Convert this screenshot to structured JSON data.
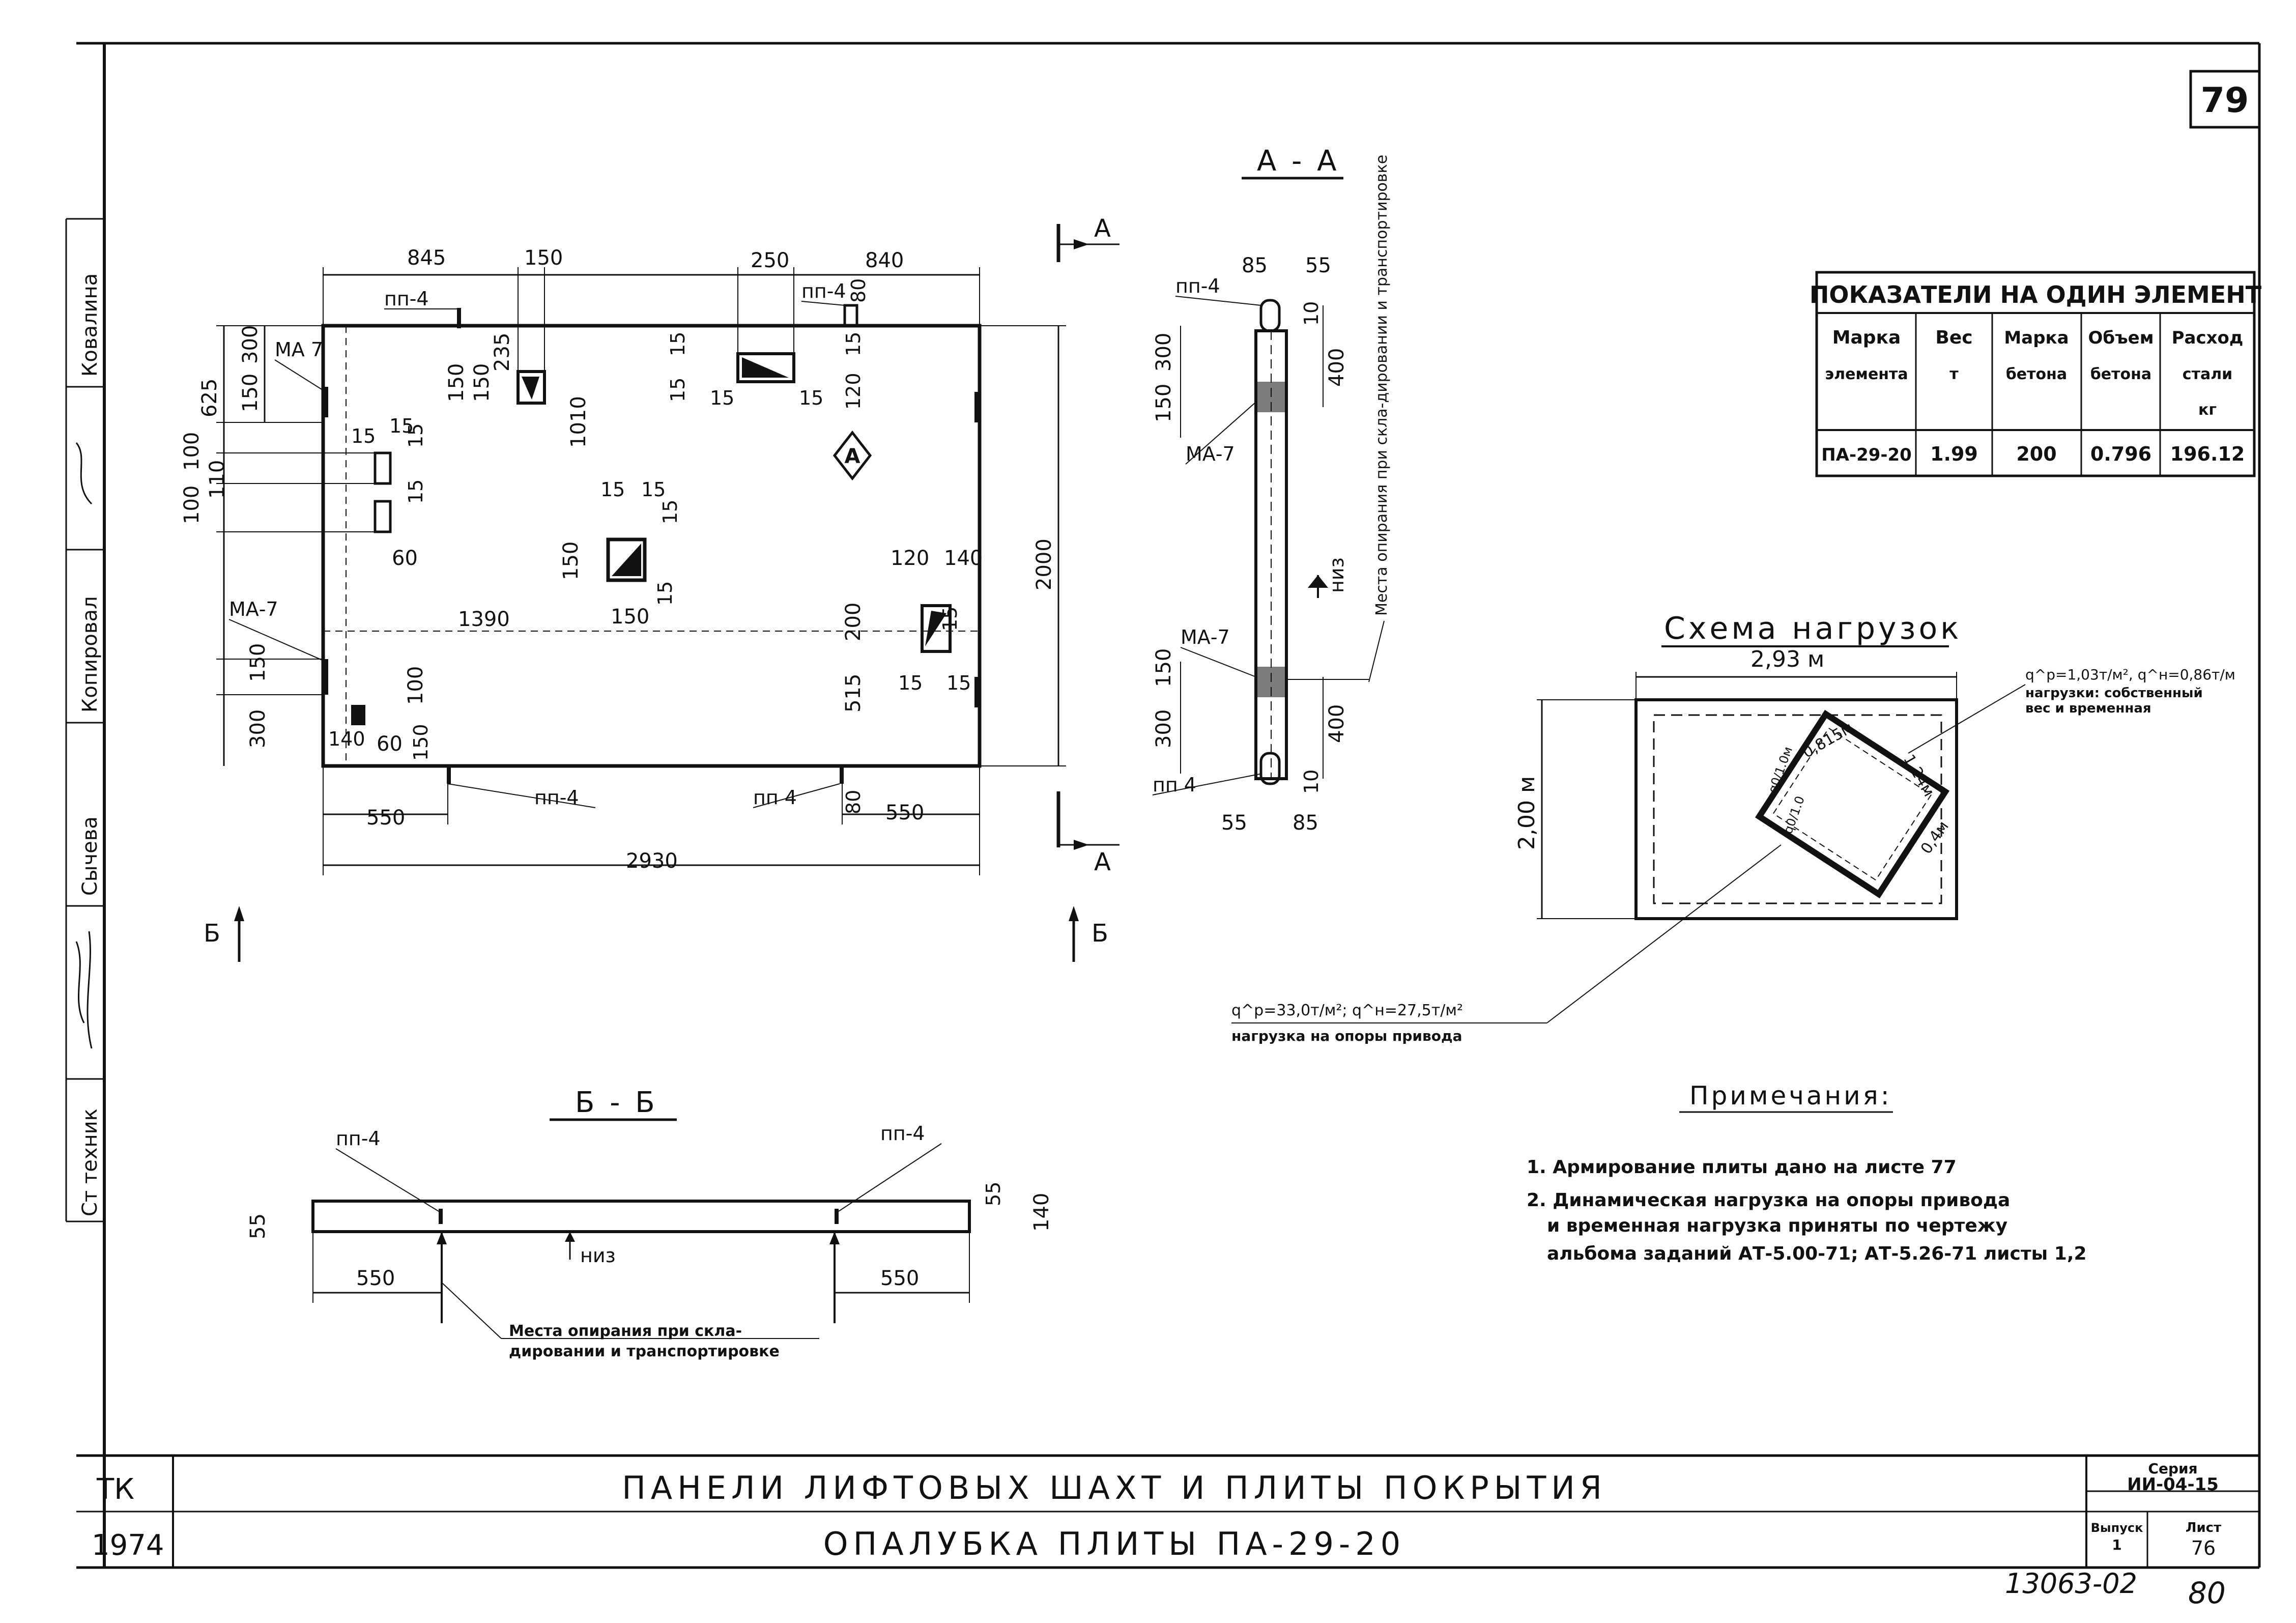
{
  "sheet_number": "79",
  "plan": {
    "dims_top": [
      "845",
      "150",
      "250",
      "840"
    ],
    "dims_left": [
      "625",
      "300",
      "150",
      "100",
      "100",
      "110",
      "150",
      "300"
    ],
    "dims_inner": [
      "235",
      "150",
      "150",
      "1010",
      "15",
      "15",
      "15",
      "15",
      "15",
      "15",
      "15",
      "15",
      "15",
      "15",
      "15",
      "15",
      "60",
      "1390",
      "150",
      "150",
      "120",
      "140",
      "200",
      "515",
      "15",
      "15",
      "15",
      "100",
      "140",
      "60",
      "150",
      "80",
      "120",
      "15"
    ],
    "dims_bottom": [
      "550",
      "2930",
      "550",
      "80"
    ],
    "dim_height": "2000",
    "labels": {
      "pp4": "пп-4",
      "ma7": "МА-7",
      "ma7_short": "МА 7",
      "pp4_short": "пп 4",
      "mark_A": "А"
    },
    "section_A": "А",
    "section_B": "Б"
  },
  "section_aa": {
    "title": "А - А",
    "dims": [
      "85",
      "55",
      "10",
      "300",
      "400",
      "150",
      "150",
      "300",
      "400",
      "10",
      "55",
      "85"
    ],
    "labels": {
      "pp4_top": "пп-4",
      "ma7_top": "МА-7",
      "ma7_bottom": "МА-7",
      "pp4_bottom": "пп 4",
      "niz": "низ"
    },
    "support_note": "Места опирания при скла-дировании и транспортировке"
  },
  "section_bb": {
    "title": "Б - Б",
    "dims": [
      "55",
      "550",
      "550",
      "55",
      "140"
    ],
    "labels": {
      "pp4_left": "пп-4",
      "pp4_right": "пп-4",
      "niz": "низ"
    },
    "note_line1": "Места опирания при скла-",
    "note_line2": "дировании и транспортировке"
  },
  "indicators_table": {
    "title": "ПОКАЗАТЕЛИ НА ОДИН ЭЛЕМЕНТ",
    "headers": [
      [
        "Марка",
        "элемента"
      ],
      [
        "Вес",
        "т"
      ],
      [
        "Марка",
        "бетона"
      ],
      [
        "Объем",
        "бетона"
      ],
      [
        "Расход",
        "стали",
        "кг"
      ]
    ],
    "row": [
      "ПА-29-20",
      "1.99",
      "200",
      "0.796",
      "196.12"
    ]
  },
  "load_scheme": {
    "title": "Схема нагрузок",
    "width": "2,93 м",
    "height": "2,00 м",
    "inner_dims": [
      "0,815м",
      "1,24м",
      "0,4м"
    ],
    "q_marks": [
      "q0/1.0м",
      "q0/1.0"
    ],
    "load_top": "q^р=1,03т/м², q^н=0,86т/м",
    "load_top_desc1": "нагрузки: собственный",
    "load_top_desc2": "вес и временная",
    "load_bottom": "q^р=33,0т/м²; q^н=27,5т/м²",
    "load_bottom_desc": "нагрузка на опоры привода"
  },
  "notes": {
    "title": "Примечания:",
    "items": [
      "1. Армирование плиты дано на листе 77",
      "2. Динамическая нагрузка на опоры привода",
      "и временная нагрузка приняты по чертежу",
      "альбома заданий АТ-5.00-71; АТ-5.26-71 листы 1,2"
    ]
  },
  "side_stamp": [
    "Ковалина",
    "Копировал",
    "Сычева",
    "Ст техник"
  ],
  "title_block": {
    "org": "ТК",
    "year": "1974",
    "title_main": "ПАНЕЛИ ЛИФТОВЫХ ШАХТ И ПЛИТЫ ПОКРЫТИЯ",
    "title_sub": "ОПАЛУБКА ПЛИТЫ ПА-29-20",
    "series_label": "Серия",
    "series_value": "ИИ-04-15",
    "issue_label": "Выпуск",
    "issue_value": "1",
    "sheet_label": "Лист",
    "sheet_value": "76"
  },
  "footer": {
    "code": "13063-02",
    "page": "80"
  }
}
